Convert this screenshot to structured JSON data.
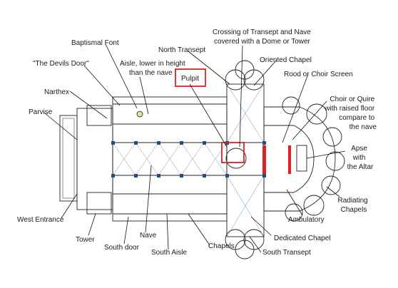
{
  "colors": {
    "west_blue": "#bfe0ef",
    "aisle_green": "#cfe8a6",
    "nave_yellow": "#f2f08a",
    "transept_pink": "#f0c8dc",
    "choir_orange": "#f6c9a8",
    "crossing_lavender": "#d7c8ee",
    "highlight_red": "#e02020",
    "apse_gold": "#e8c23a"
  },
  "labels": {
    "baptismal_font": "Baptismal Font",
    "crossing": [
      "Crossing of Transept and Nave",
      "covered with a Dome or Tower"
    ],
    "north_transept": "North Transept",
    "oriented_chapel": "Oriented Chapel",
    "devils_door": "\"The Devils Door\"",
    "aisle_lower": [
      "Aisle, lower in height",
      "than the nave"
    ],
    "pulpit": "Pulpit",
    "rood_screen": "Rood or Choir Screen",
    "narthex": "Narthex",
    "choir": [
      "Choir or Quire",
      "with raised floor",
      "compare to",
      "the nave"
    ],
    "parvise": "Parvise",
    "apse": [
      "Apse",
      "with",
      "the Altar"
    ],
    "radiating_chapels": [
      "Radiating",
      "Chapels"
    ],
    "west_entrance": "West Entrance",
    "ambulatory": "Ambulatory",
    "tower": "Tower",
    "nave": "Nave",
    "south_door": "South door",
    "dedicated_chapel": "Dedicated Chapel",
    "south_aisle": "South Aisle",
    "chapels": "Chapels",
    "south_transept": "South Transept"
  }
}
